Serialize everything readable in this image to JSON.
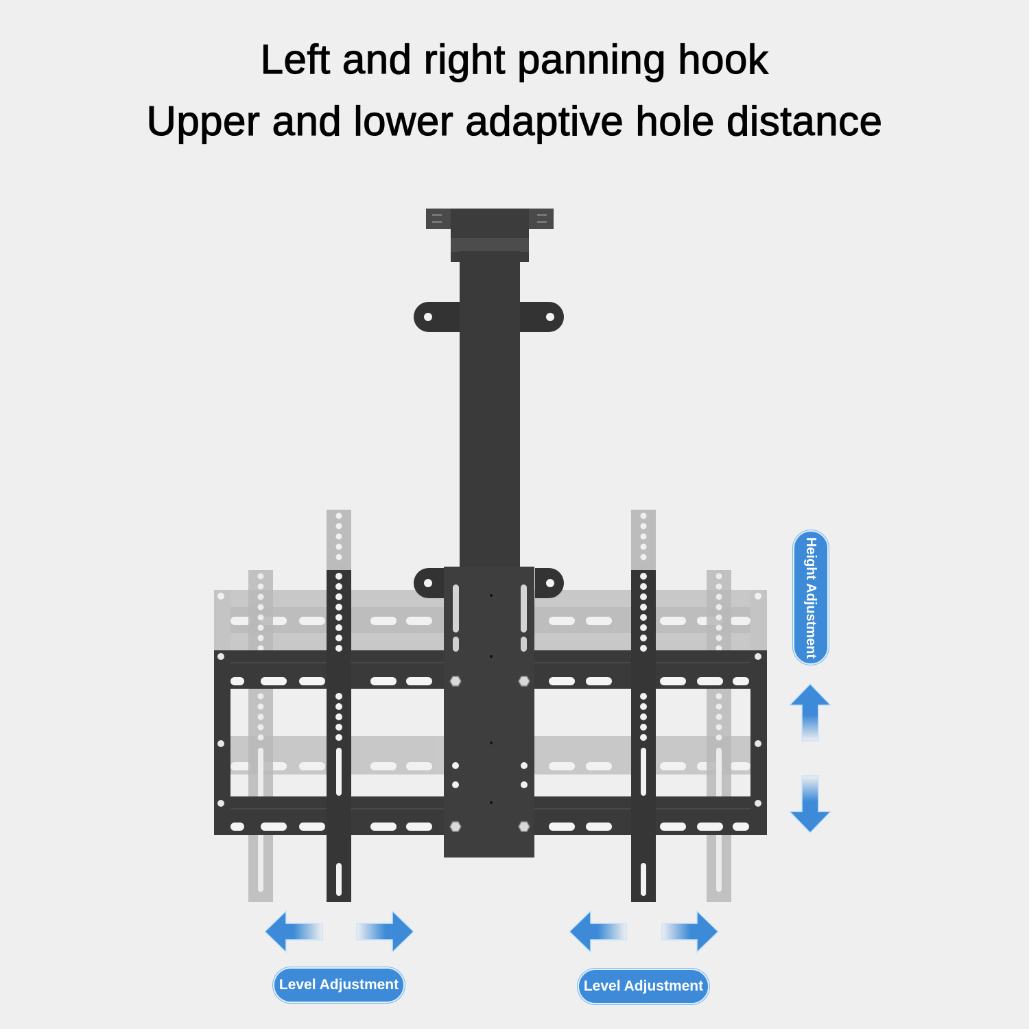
{
  "heading": {
    "line1": "Left and right panning hook",
    "line2": "Upper and lower adaptive hole distance"
  },
  "labels": {
    "height_adjustment": "Height Adjustment",
    "level_adjustment_left": "Level Adjustment",
    "level_adjustment_right": "Level Adjustment"
  },
  "icons": {
    "vertical_arrow": "double-headed-up-down-arrow",
    "horizontal_arrow_left": "double-headed-left-right-arrow",
    "horizontal_arrow_right": "double-headed-left-right-arrow"
  },
  "colors": {
    "background": "#efefef",
    "metal": "#3a3a3a",
    "ghost_metal": "#b9b9b9",
    "accent_blue": "#3d8bd8",
    "text": "#000000"
  },
  "product": {
    "description": "Ceiling TV mount with drop pole, sliding VESA plate and adjustable vertical brackets"
  }
}
